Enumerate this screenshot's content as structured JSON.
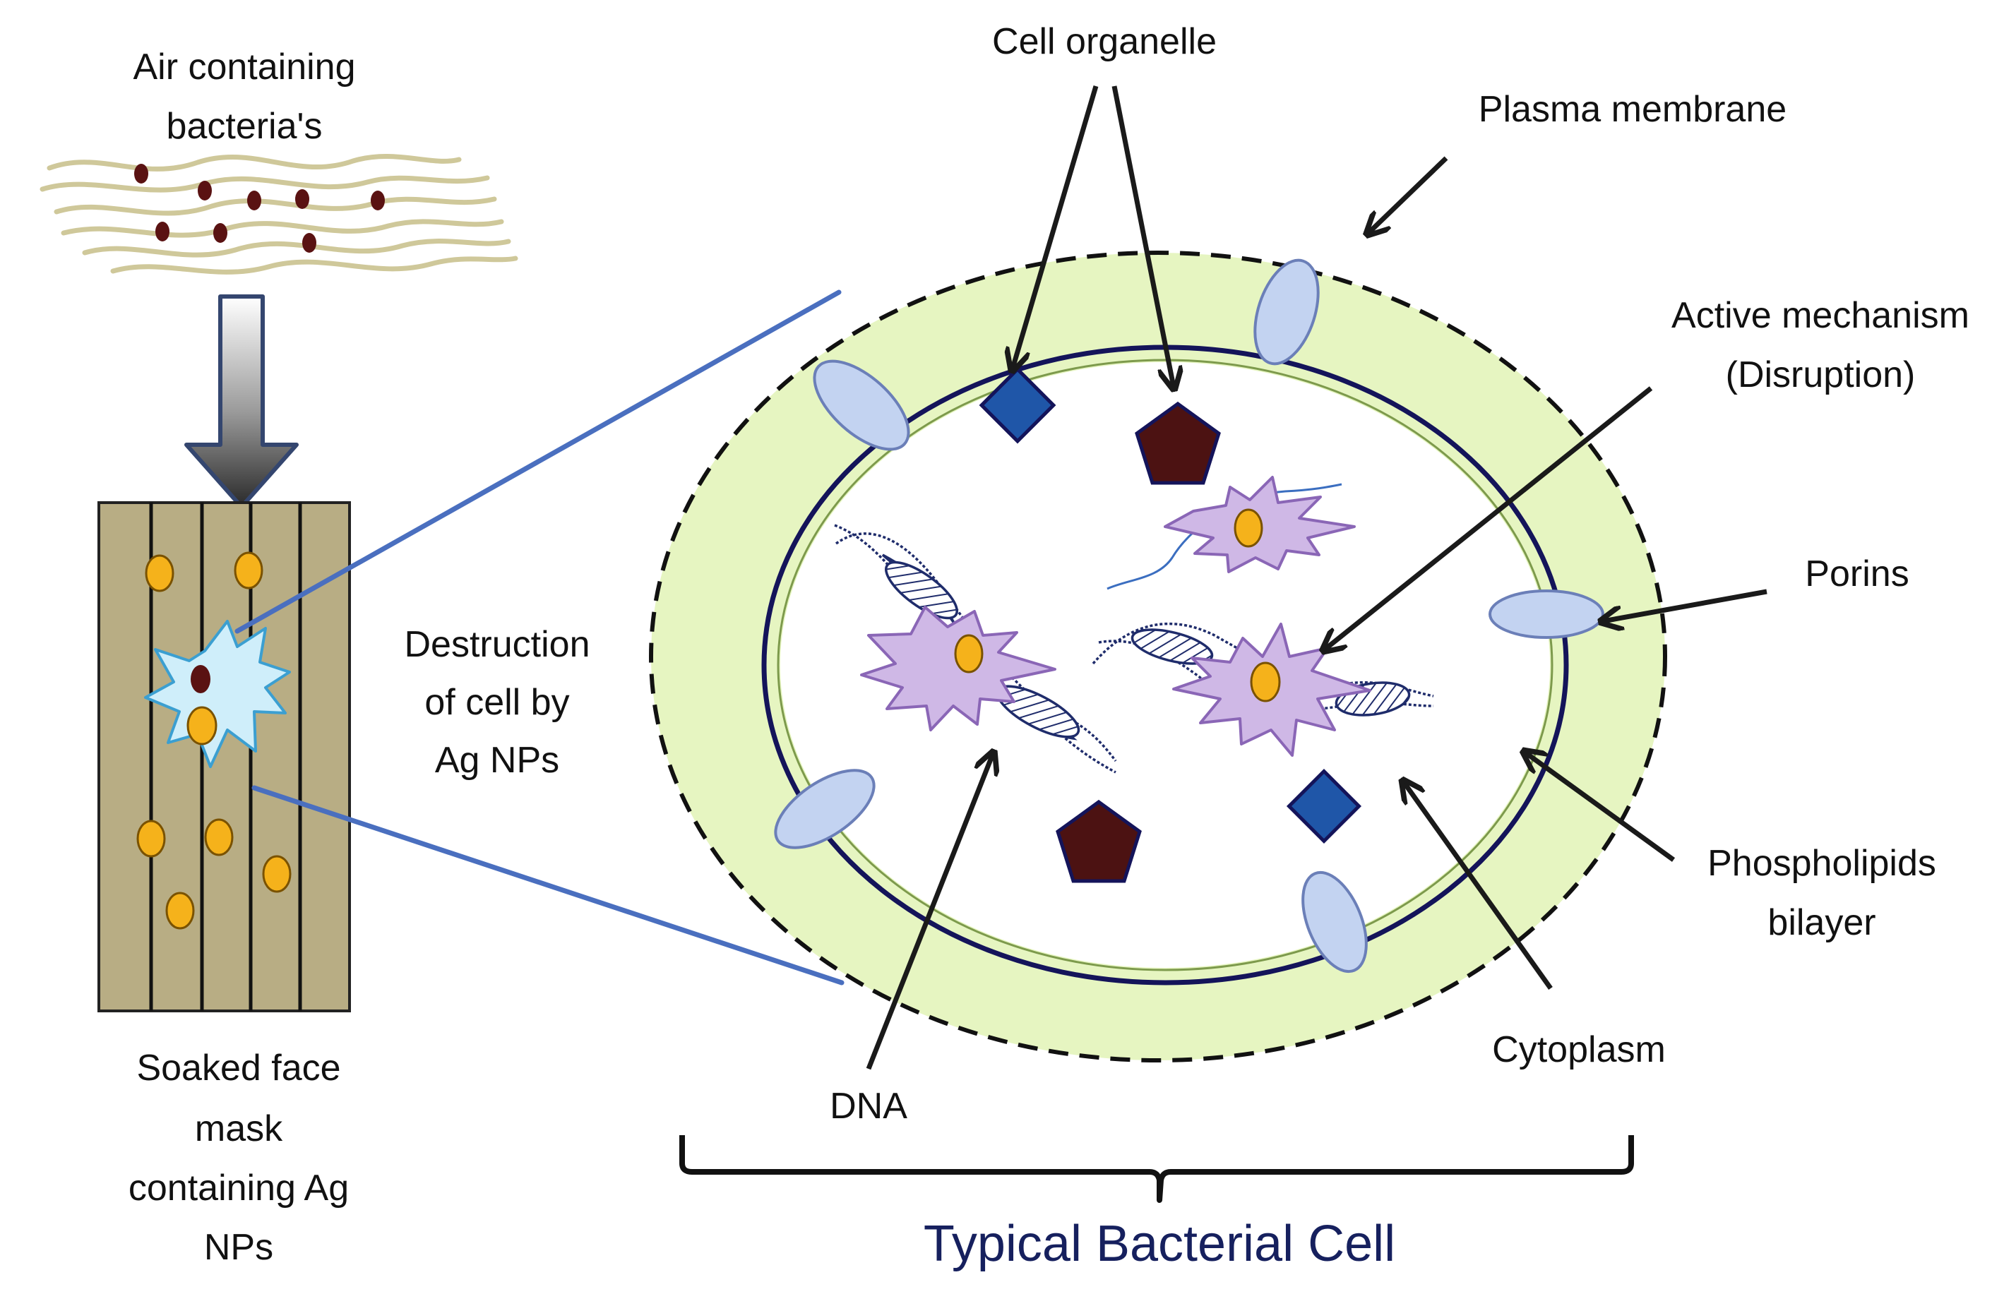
{
  "labels": {
    "air": [
      "Air containing",
      "bacteria's"
    ],
    "mask": [
      "Soaked face",
      "mask",
      "containing Ag",
      "NPs"
    ],
    "destruction": [
      "Destruction",
      "of cell by",
      "Ag NPs"
    ],
    "cell_organelle": "Cell organelle",
    "plasma_membrane": "Plasma membrane",
    "active_mechanism": [
      "Active mechanism",
      "(Disruption)"
    ],
    "porins": "Porins",
    "phospholipids": [
      "Phospholipids",
      "bilayer"
    ],
    "cytoplasm": "Cytoplasm",
    "dna": "DNA",
    "typical_cell": "Typical Bacterial Cell"
  },
  "colors": {
    "cell_wall": "#e6f5c1",
    "membrane_dark": "#14145a",
    "porin": "#c3d3f1",
    "organelle_diamond": "#1f56a8",
    "organelle_pentagon": "#4c1212",
    "ag_np": "#f5b21b",
    "bacterium": "#5a1212",
    "mask": "#b8ad84",
    "star_cell": "#cfb8e6",
    "burst": "#cfeefa",
    "title": "#16205e",
    "leader_line": "#4a6fbf"
  },
  "icons": [
    "down-arrow-icon",
    "burst-icon",
    "dna-icon",
    "porin-icon"
  ]
}
